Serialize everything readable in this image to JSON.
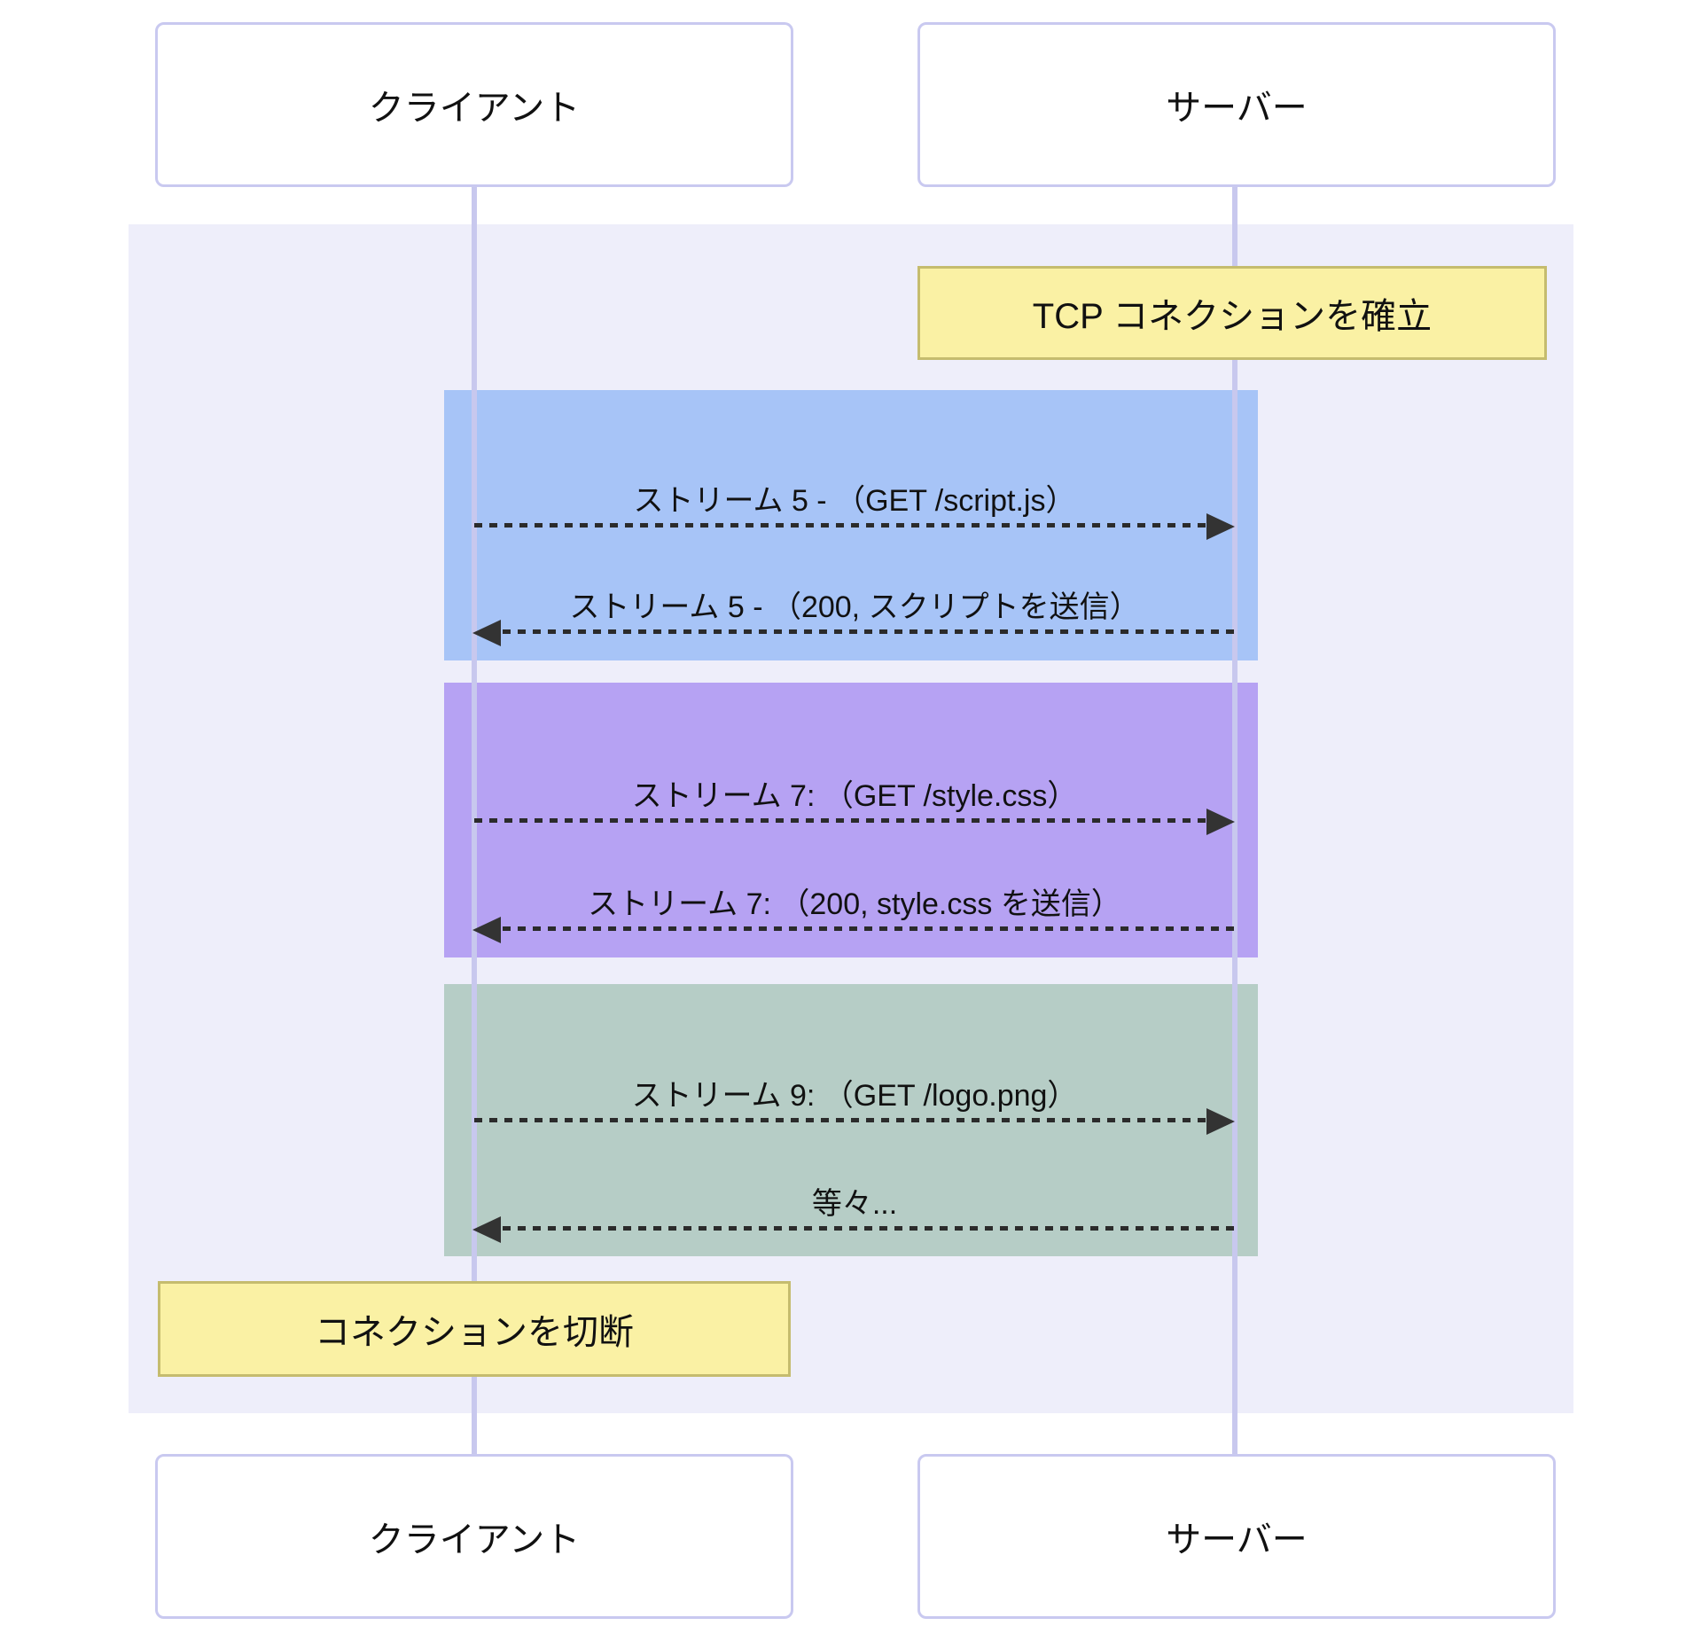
{
  "diagram": {
    "type": "sequence",
    "actors": [
      {
        "id": "client",
        "label": "クライアント"
      },
      {
        "id": "server",
        "label": "サーバー"
      }
    ],
    "notes": [
      {
        "id": "note-tcp-connect",
        "text": "TCP コネクションを確立",
        "over": "server"
      },
      {
        "id": "note-disconnect",
        "text": "コネクションを切断",
        "over": "client"
      }
    ],
    "streams": [
      {
        "id": "stream-5",
        "color": "#a7c4f7",
        "messages": [
          {
            "text": "ストリーム 5 - （GET /script.js）",
            "from": "client",
            "to": "server",
            "line": "dashed"
          },
          {
            "text": "ストリーム 5 - （200, スクリプトを送信）",
            "from": "server",
            "to": "client",
            "line": "dashed"
          }
        ]
      },
      {
        "id": "stream-7",
        "color": "#b6a2f3",
        "messages": [
          {
            "text": "ストリーム 7: （GET /style.css）",
            "from": "client",
            "to": "server",
            "line": "dashed"
          },
          {
            "text": "ストリーム 7: （200, style.css を送信）",
            "from": "server",
            "to": "client",
            "line": "dashed"
          }
        ]
      },
      {
        "id": "stream-9",
        "color": "#b6cdc6",
        "messages": [
          {
            "text": "ストリーム 9: （GET /logo.png）",
            "from": "client",
            "to": "server",
            "line": "dashed"
          },
          {
            "text": "等々...",
            "from": "server",
            "to": "client",
            "line": "dashed"
          }
        ]
      }
    ],
    "colors": {
      "background_region": "#eeeefa",
      "note_fill": "#faf1a4",
      "note_border": "#c5bc6e",
      "actor_border": "#c9c9f0",
      "actor_fill": "#ffffff",
      "lifeline": "#c8c8ee",
      "arrow": "#2b2b2b",
      "text": "#111111"
    }
  }
}
